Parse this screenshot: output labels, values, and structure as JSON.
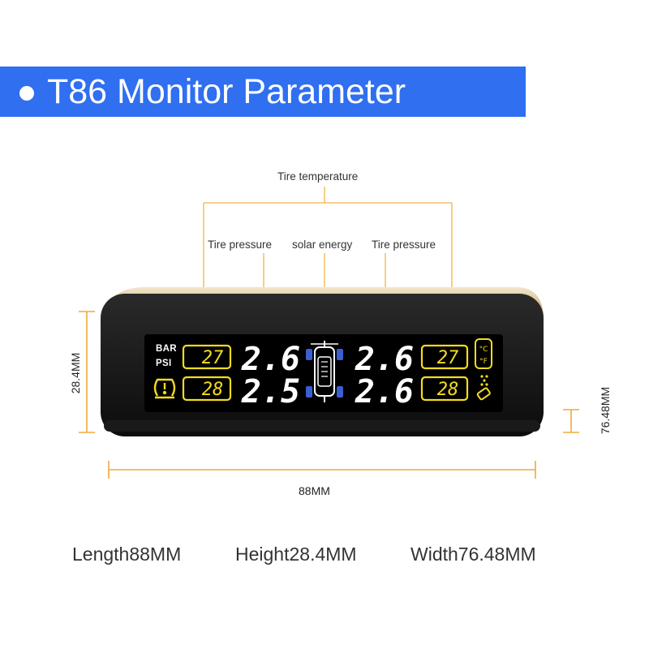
{
  "header": {
    "title": "T86 Monitor Parameter"
  },
  "callouts": {
    "tire_temperature": "Tire temperature",
    "tire_pressure_left": "Tire pressure",
    "solar_energy": "solar energy",
    "tire_pressure_right": "Tire pressure"
  },
  "display": {
    "unit_bar": "BAR",
    "unit_psi": "PSI",
    "left": {
      "temp_top": "27",
      "temp_bottom": "28",
      "pressure_top": "2.6",
      "pressure_bottom": "2.5"
    },
    "right": {
      "temp_top": "27",
      "temp_bottom": "28",
      "pressure_top": "2.6",
      "pressure_bottom": "2.6"
    },
    "temp_units": "°C °F"
  },
  "dimensions": {
    "height_label": "28.4MM",
    "width_label": "76.48MM",
    "length_label": "88MM"
  },
  "specs": {
    "length": "Length88MM",
    "height": "Height28.4MM",
    "width": "Width76.48MM"
  },
  "colors": {
    "header_bg": "#2f6ff0",
    "dimension_line": "#f2a93b",
    "callout_line": "#f0b34a",
    "lcd_yellow": "#f5dc1f",
    "lcd_white": "#ffffff",
    "tire_blue": "#3a5fd0"
  },
  "icons": [
    "tpms-warning-icon",
    "car-top-view-icon",
    "thermometer-icon",
    "solar-panel-icon",
    "battery-icon"
  ]
}
